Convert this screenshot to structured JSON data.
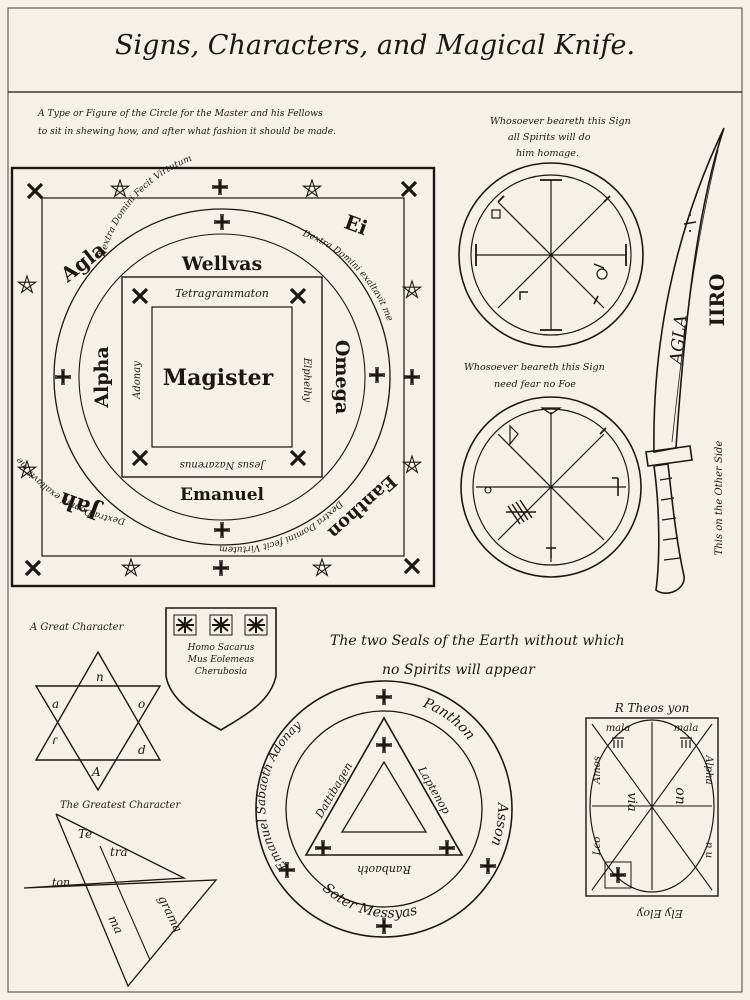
{
  "plate_title": "Signs, Characters, and Magical Knife.",
  "master_circle": {
    "caption_line1": "A Type or Figure of the Circle for the Master and his Fellows",
    "caption_line2": "to sit in shewing how, and after what fashion it should be made.",
    "corner_names": {
      "top_left": "Agla",
      "top_right": "Ei",
      "bottom_left": "Jah",
      "bottom_right": "Eanthon"
    },
    "ring_text_top": "Dextra Domini Fecit Virtutum",
    "ring_text_right": "Dextra Domini exaltavit me",
    "ring_text_bottom": "Dextra Domini fecit Virtutem",
    "ring_text_left": "Dextra Domini exaltavit me",
    "band_names": {
      "top": "Wellvas",
      "left": "Alpha",
      "right": "Omega",
      "bottom": "Emanuel"
    },
    "inner_square": {
      "top": "Tetragrammaton",
      "left": "Adonay",
      "right": "Elphelhy",
      "bottom": "Jesus Nazarenus"
    },
    "center_word": "Magister"
  },
  "sign_one": {
    "caption_line1": "Whosoever beareth this Sign",
    "caption_line2": "all Spirits will do",
    "caption_line3": "him homage."
  },
  "sign_two": {
    "caption_line1": "Whosoever beareth this Sign",
    "caption_line2": "need fear no Foe"
  },
  "knife": {
    "blade_word": "AGLA",
    "side_glyphs": "IIRO",
    "side_note": "This on the Other Side"
  },
  "great_character": {
    "caption": "A Great Character",
    "letters": [
      "n",
      "a",
      "o",
      "ɾ",
      "d",
      "A"
    ]
  },
  "shield": {
    "line1": "Homo Sacarus",
    "line2": "Mus Eolemeas",
    "line3": "Cherubosia"
  },
  "greatest_character": {
    "caption": "The Greatest Character",
    "words": [
      "Te",
      "tra",
      "ton",
      "grama",
      "ma"
    ]
  },
  "earth_seals": {
    "caption_line1": "The two Seals of the Earth without which",
    "caption_line2": "no Spirits will appear"
  },
  "triangle_seal": {
    "ring_left": "Emanuel Sabaoth Adonay",
    "ring_right": "Panthon",
    "ring_right2": "Asson",
    "ring_bottom": "Soter Messyas",
    "tri_left": "Dattibagen",
    "tri_right": "Laptenop",
    "tri_bottom": "Ranbaoth"
  },
  "rect_seal": {
    "top": "R Theos yon",
    "mala_left": "mala",
    "mala_right": "mala",
    "left_side": "Amos",
    "right_side": "Alpha",
    "center_left": "via",
    "center_right": "on",
    "lower_left": "Leo",
    "lower_right": "n u",
    "bottom": "Ely Eloy"
  }
}
